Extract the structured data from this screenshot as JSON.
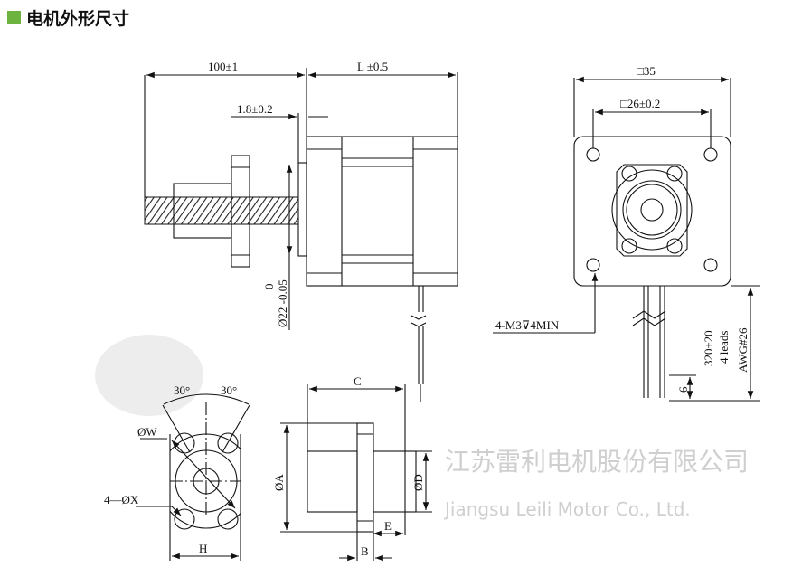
{
  "header": {
    "title": "电机外形尺寸",
    "accent": "#6db33f"
  },
  "watermark": {
    "cn": "江苏雷利电机股份有限公司",
    "en": "Jiangsu Leili Motor Co., Ltd."
  },
  "side_view": {
    "screw_length": "100±1",
    "body_length": "L ±0.5",
    "pilot_depth": "1.8±0.2",
    "pilot_dia": "Ø22 -0.05",
    "pilot_tol_upper": "0"
  },
  "front_view": {
    "frame": "□35",
    "hole_pitch": "□26±0.2",
    "holes": "4-M3⊽4MIN",
    "lead_length": "320±20",
    "leads": "4 leads",
    "awg": "AWG#26",
    "strip": "6"
  },
  "nut_front": {
    "angle1": "30°",
    "angle2": "30°",
    "w": "ØW",
    "x": "4—ØX",
    "h": "H"
  },
  "nut_side": {
    "c": "C",
    "a": "ØA",
    "d": "ØD",
    "e": "E",
    "b": "B"
  }
}
